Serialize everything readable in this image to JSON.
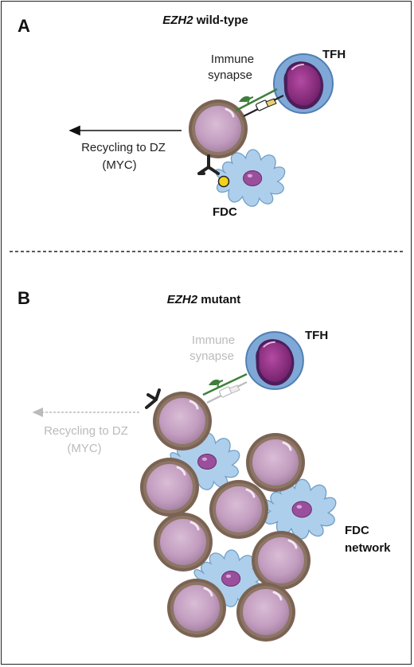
{
  "panel_a": {
    "letter": "A",
    "title_gene": "EZH2",
    "title_rest": " wild-type",
    "immune_line1": "Immune",
    "immune_line2": "synapse",
    "tfh": "TFH",
    "recycling_line1": "Recycling to DZ",
    "recycling_line2": "(MYC)",
    "fdc": "FDC"
  },
  "panel_b": {
    "letter": "B",
    "title_gene": "EZH2",
    "title_rest": " mutant",
    "immune_line1": "Immune",
    "immune_line2": "synapse",
    "tfh": "TFH",
    "recycling_line1": "Recycling to DZ",
    "recycling_line2": "(MYC)",
    "fdc_line1": "FDC",
    "fdc_line2": "network"
  },
  "colors": {
    "cell_fill": "#c9a6c6",
    "cell_rim": "#8a7060",
    "tfh_outer": "#7fa8d6",
    "tfh_nucleus": "#8a2a7e",
    "fdc": "#a9cbe8",
    "synapse_green": "#3f7f3a",
    "antigen_yellow": "#f2d21b",
    "faded_gray": "#bbbbbb"
  }
}
